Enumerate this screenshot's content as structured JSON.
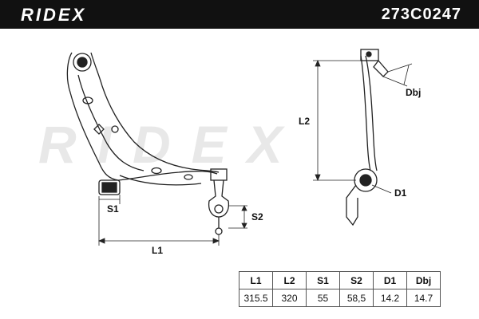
{
  "header": {
    "brand": "RIDEX",
    "part_number": "273C0247"
  },
  "watermark": {
    "text": "RIDEX"
  },
  "dimension_labels": {
    "l1": "L1",
    "l2": "L2",
    "s1": "S1",
    "s2": "S2",
    "d1": "D1",
    "dbj": "Dbj"
  },
  "specs": {
    "headers": [
      "L1",
      "L2",
      "S1",
      "S2",
      "D1",
      "Dbj"
    ],
    "values": [
      "315.5",
      "320",
      "55",
      "58,5",
      "14.2",
      "14.7"
    ]
  },
  "colors": {
    "header_bg": "#111111",
    "header_text": "#ffffff",
    "line": "#222222",
    "watermark": "#e6e6e6"
  }
}
